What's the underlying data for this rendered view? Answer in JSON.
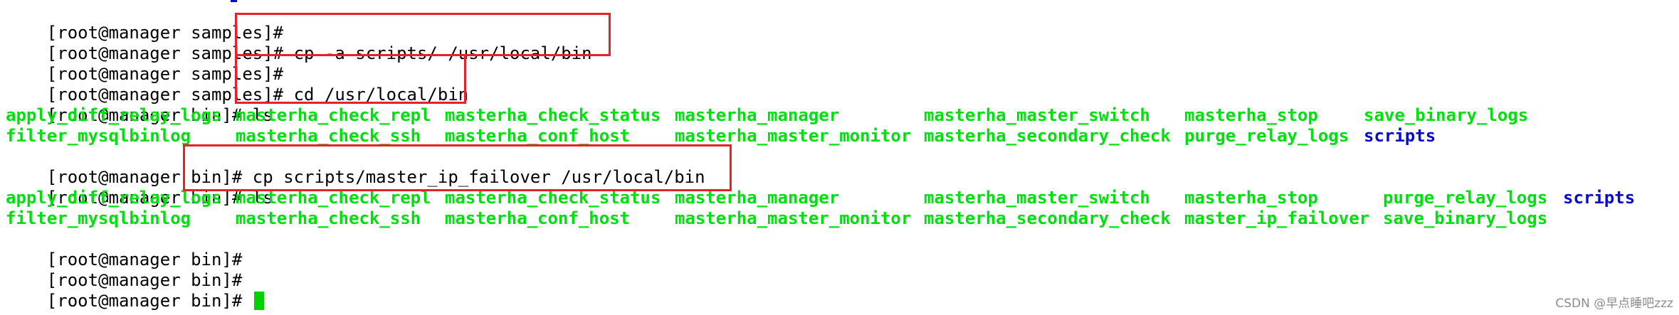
{
  "colors": {
    "prompt_text": "#000000",
    "listing_green": "#00e00e",
    "dir_blue": "#0a0acc",
    "highlight_red": "#e8202a",
    "cursor": "#00d000",
    "watermark": "#8c8c8c"
  },
  "terminal": {
    "lines": [
      {
        "kind": "prompt",
        "prompt": "[root@manager samples]#",
        "cmd": ""
      },
      {
        "kind": "prompt",
        "prompt": "[root@manager samples]#",
        "cmd": " cp -a scripts/ /usr/local/bin"
      },
      {
        "kind": "prompt",
        "prompt": "[root@manager samples]#",
        "cmd": ""
      },
      {
        "kind": "prompt",
        "prompt": "[root@manager samples]#",
        "cmd": " cd /usr/local/bin"
      },
      {
        "kind": "prompt",
        "prompt": "[root@manager bin]#",
        "cmd": " ls"
      },
      {
        "kind": "listing",
        "items": [
          "apply_diff_relay_logs",
          "masterha_check_repl",
          "masterha_check_status",
          "masterha_manager",
          "masterha_master_switch",
          "masterha_stop",
          "save_binary_logs"
        ],
        "types": [
          "f",
          "f",
          "f",
          "f",
          "f",
          "f",
          "f"
        ]
      },
      {
        "kind": "listing",
        "items": [
          "filter_mysqlbinlog",
          "masterha_check_ssh",
          "masterha_conf_host",
          "masterha_master_monitor",
          "masterha_secondary_check",
          "purge_relay_logs",
          "scripts"
        ],
        "types": [
          "f",
          "f",
          "f",
          "f",
          "f",
          "f",
          "d"
        ]
      },
      {
        "kind": "prompt",
        "prompt": "[root@manager bin]#",
        "cmd": " cp scripts/master_ip_failover /usr/local/bin"
      },
      {
        "kind": "prompt",
        "prompt": "[root@manager bin]#",
        "cmd": " ls"
      },
      {
        "kind": "listing",
        "items": [
          "apply_diff_relay_logs",
          "masterha_check_repl",
          "masterha_check_status",
          "masterha_manager",
          "masterha_master_switch",
          "masterha_stop",
          "purge_relay_logs",
          "scripts"
        ],
        "types": [
          "f",
          "f",
          "f",
          "f",
          "f",
          "f",
          "f",
          "d"
        ]
      },
      {
        "kind": "listing",
        "items": [
          "filter_mysqlbinlog",
          "masterha_check_ssh",
          "masterha_conf_host",
          "masterha_master_monitor",
          "masterha_secondary_check",
          "master_ip_failover",
          "save_binary_logs"
        ],
        "types": [
          "f",
          "f",
          "f",
          "f",
          "f",
          "f",
          "f"
        ]
      },
      {
        "kind": "prompt",
        "prompt": "[root@manager bin]#",
        "cmd": ""
      },
      {
        "kind": "prompt",
        "prompt": "[root@manager bin]#",
        "cmd": ""
      },
      {
        "kind": "prompt",
        "prompt": "[root@manager bin]#",
        "cmd": " ",
        "cursor": true
      }
    ]
  },
  "watermark": "CSDN @早点睡吧zzz"
}
